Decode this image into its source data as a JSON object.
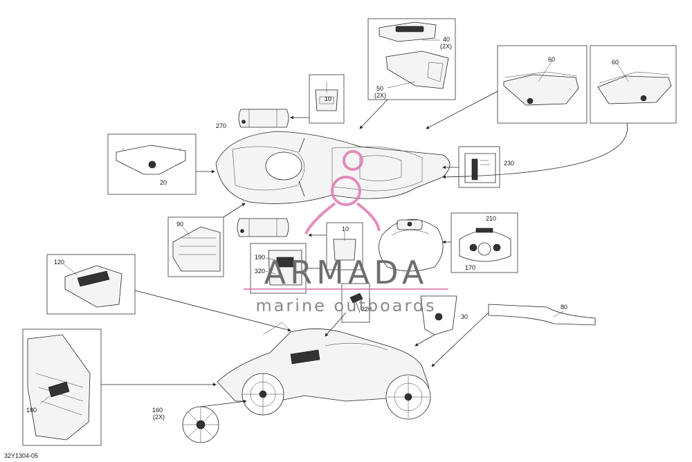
{
  "figure_id": "32Y1304-05",
  "callouts": [
    "10",
    "20",
    "30",
    "40\n(2X)",
    "50\n(2X)",
    "60",
    "60",
    "80",
    "90",
    "10",
    "120",
    "160\n(2X)",
    "170",
    "180",
    "190",
    "210",
    "220",
    "230",
    "270",
    "320"
  ],
  "watermark": {
    "brand": "ARMADA",
    "tagline": "marine outboards",
    "accent_color": "#e07ab0",
    "text_color": "#6e6e6e"
  }
}
